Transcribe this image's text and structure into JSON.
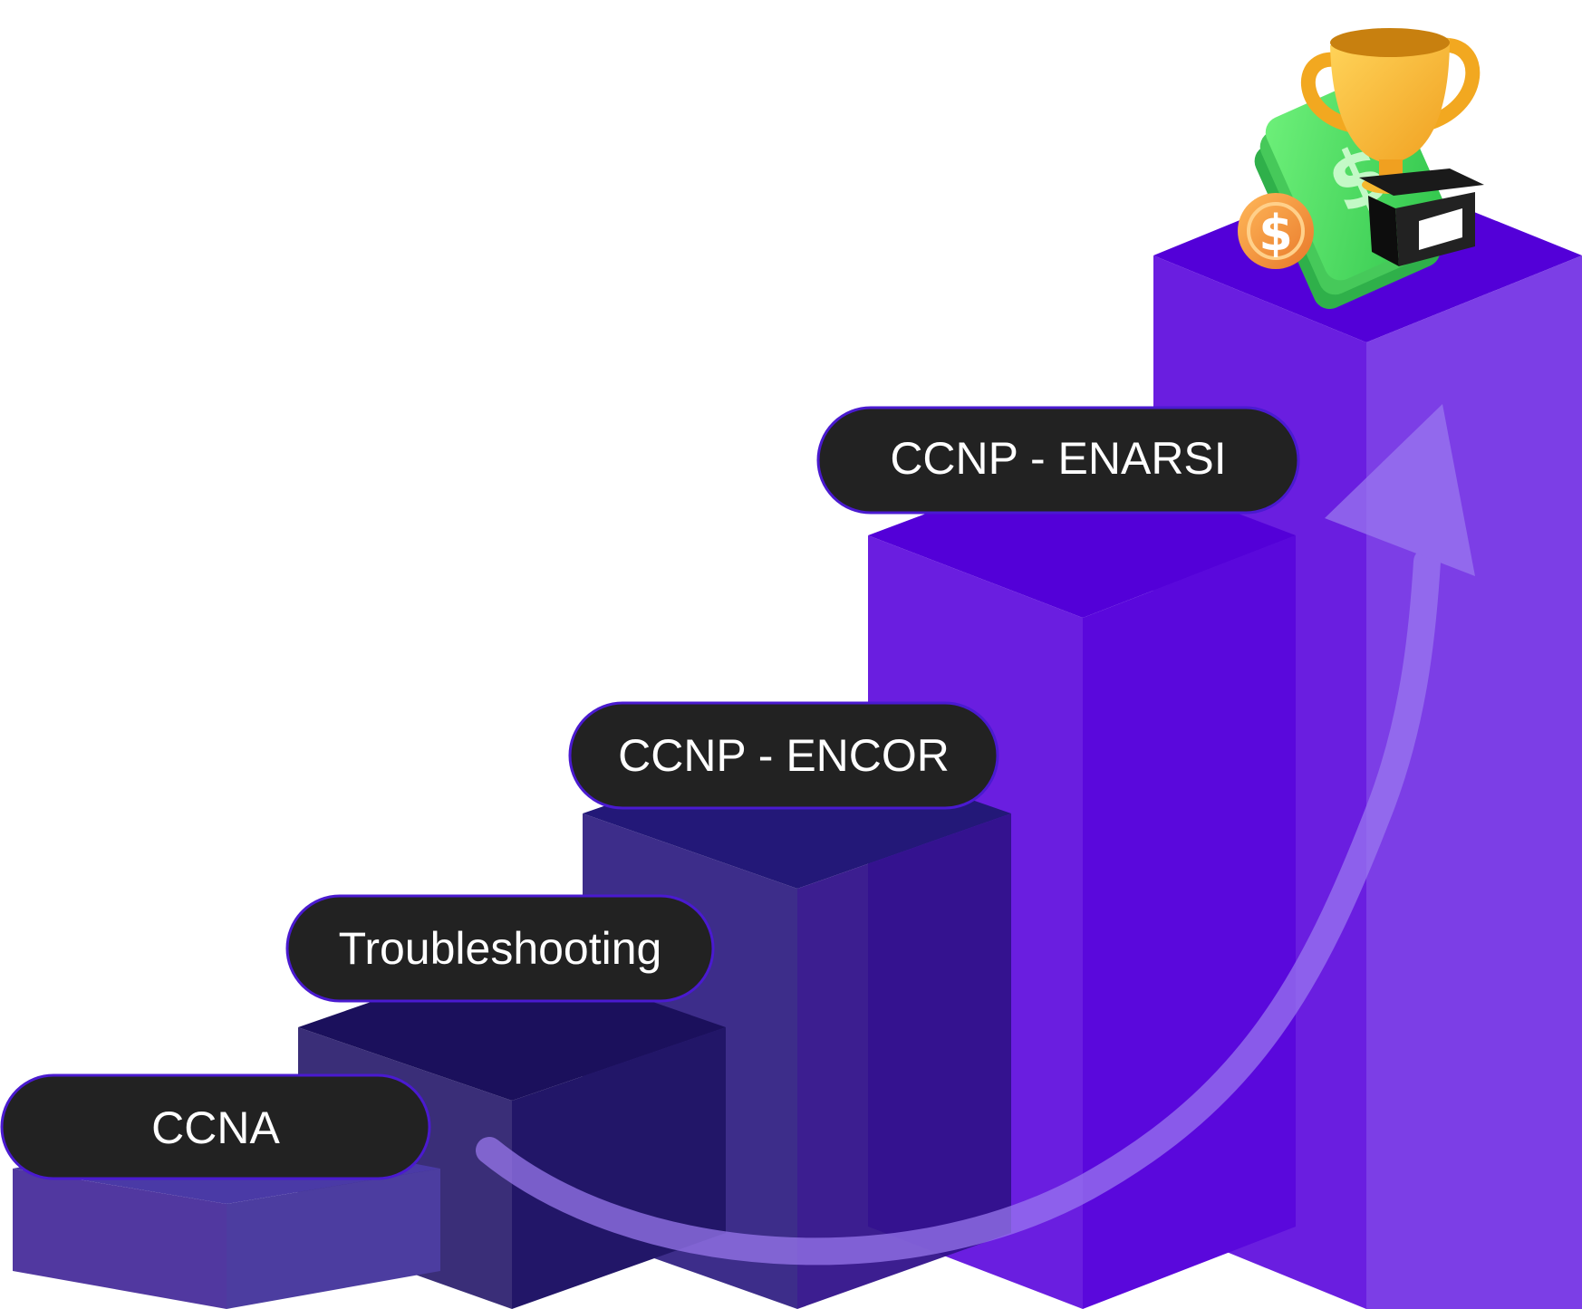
{
  "steps": [
    {
      "label": "CCNA"
    },
    {
      "label": "Troubleshooting"
    },
    {
      "label": "CCNP - ENCOR"
    },
    {
      "label": "CCNP - ENARSI"
    }
  ],
  "colors": {
    "pill_fill": "#222222",
    "pill_border": "#4a1ad0",
    "pill_text": "#ffffff",
    "arrow": "#9b7af0",
    "step1_top": "#4a3aa6",
    "step2_top": "#1b105c",
    "step3_top": "#231878",
    "step4_top": "#5300d8",
    "step5_top": "#5300d8"
  },
  "icons": {
    "reward": [
      "trophy-icon",
      "money-bills-icon",
      "coin-dollar-icon"
    ]
  }
}
